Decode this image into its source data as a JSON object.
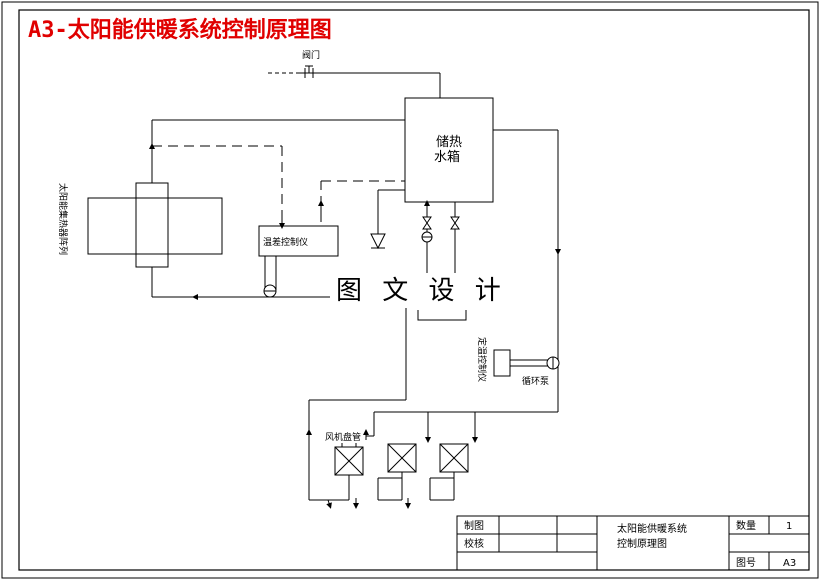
{
  "title": "A3-太阳能供暖系统控制原理图",
  "labels": {
    "valve": "阀门",
    "tank_line1": "储热",
    "tank_line2": "水箱",
    "collector": "太阳能集热器阵列",
    "temp_controller": "温差控制仪",
    "const_temp_controller": "定温控制仪",
    "pump": "循环泵",
    "fan_coil": "风机盘管"
  },
  "watermark": "图 文 设 计",
  "title_block": {
    "drawn": "制图",
    "checked": "校核",
    "name_line1": "太阳能供暖系统",
    "name_line2": "控制原理图",
    "qty_label": "数量",
    "qty_value": "1",
    "drawing_no_label": "图号",
    "drawing_no_value": "A3"
  }
}
